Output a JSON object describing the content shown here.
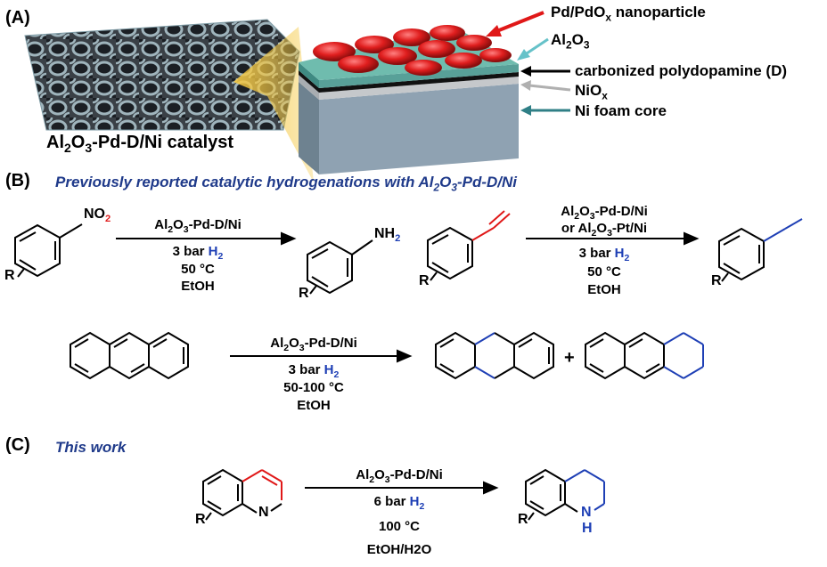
{
  "panel_a": {
    "label": "(A)",
    "caption_pre": "Al",
    "caption_sub1": "2",
    "caption_mid": "O",
    "caption_sub2": "3",
    "caption_post": "-Pd-D/Ni catalyst",
    "legend": {
      "pd_pre": "Pd/PdO",
      "pd_sub": "x",
      "pd_post": " nanoparticle",
      "al_pre": "Al",
      "al_sub1": "2",
      "al_mid": "O",
      "al_sub2": "3",
      "carbon": "carbonized polydopamine (D)",
      "nio_pre": "NiO",
      "nio_sub": "x",
      "core": "Ni foam core"
    }
  },
  "panel_b": {
    "label": "(B)",
    "header_pre": "Previously reported catalytic hydrogenations with Al",
    "header_sub1": "2",
    "header_mid": "O",
    "header_sub2": "3",
    "header_post": "-Pd-D/Ni",
    "r1": {
      "no2_pre": "NO",
      "no2_sub": "2",
      "r_label": "R",
      "cat_pre": "Al",
      "cat_sub1": "2",
      "cat_mid": "O",
      "cat_sub2": "3",
      "cat_post": "-Pd-D/Ni",
      "pressure_pre": "3 bar ",
      "h2_pre": "H",
      "h2_sub": "2",
      "temp": "50 °C",
      "solvent": "EtOH",
      "nh2_pre": "NH",
      "nh2_sub": "2",
      "prod_r": "R"
    },
    "r2": {
      "r_label": "R",
      "cat1_pre": "Al",
      "cat1_sub1": "2",
      "cat1_mid": "O",
      "cat1_sub2": "3",
      "cat1_post": "-Pd-D/Ni",
      "cat2_pre": "or Al",
      "cat2_sub1": "2",
      "cat2_mid": "O",
      "cat2_sub2": "3",
      "cat2_post": "-Pt/Ni",
      "pressure_pre": "3 bar ",
      "h2_pre": "H",
      "h2_sub": "2",
      "temp": "50 °C",
      "solvent": "EtOH",
      "prod_r": "R"
    },
    "r3": {
      "cat_pre": "Al",
      "cat_sub1": "2",
      "cat_mid": "O",
      "cat_sub2": "3",
      "cat_post": "-Pd-D/Ni",
      "pressure_pre": "3 bar ",
      "h2_pre": "H",
      "h2_sub": "2",
      "temp": "50-100 °C",
      "solvent": "EtOH",
      "plus": "+"
    }
  },
  "panel_c": {
    "label": "(C)",
    "header": "This work",
    "r_label": "R",
    "n_label": "N",
    "cat_pre": "Al",
    "cat_sub1": "2",
    "cat_mid": "O",
    "cat_sub2": "3",
    "cat_post": "-Pd-D/Ni",
    "pressure_pre": "6 bar ",
    "h2_pre": "H",
    "h2_sub": "2",
    "temp": "100 °C",
    "solvent": "EtOH/H2O",
    "prod_r": "R",
    "prod_n": "N",
    "prod_h": "H"
  }
}
